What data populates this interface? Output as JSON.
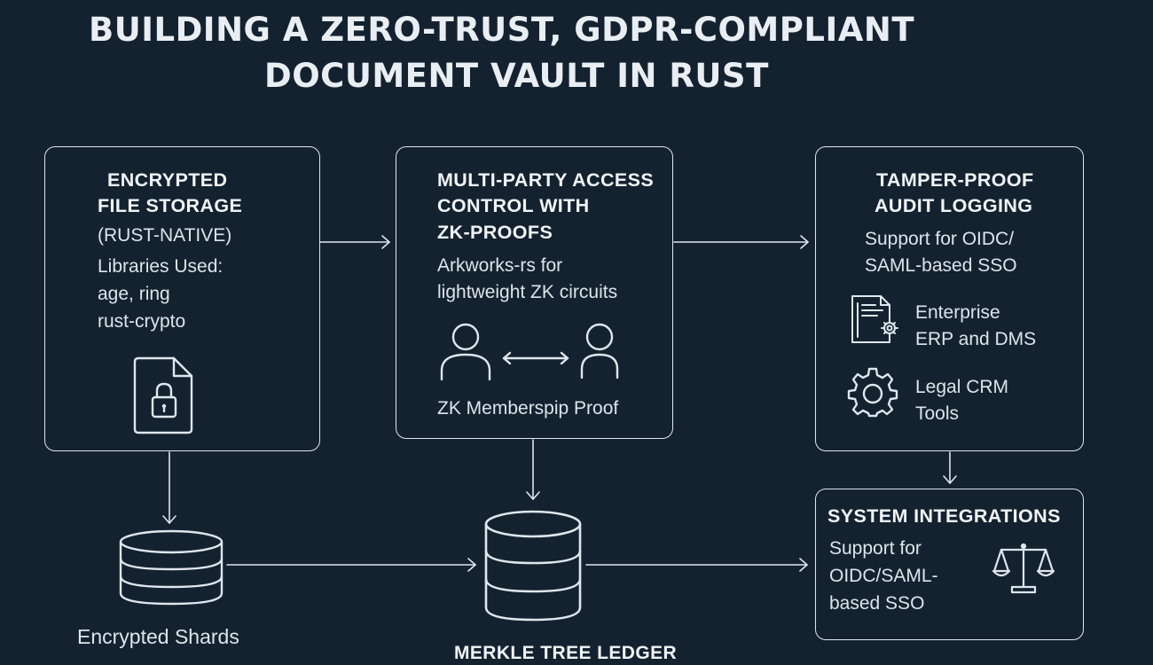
{
  "title": {
    "line1": "BUILDING A ZERO-TRUST, GDPR-COMPLIANT",
    "line2": "DOCUMENT VAULT IN RUST"
  },
  "storage": {
    "heading1": "ENCRYPTED",
    "heading2": "FILE STORAGE",
    "subheading": "(RUST-NATIVE)",
    "libs_label": "Libraries Used:",
    "libs_line1": "age, ring",
    "libs_line2": "rust-crypto",
    "icon": "locked-file-icon"
  },
  "access": {
    "heading1": "MULTI-PARTY ACCESS",
    "heading2": "CONTROL WITH",
    "heading3": "ZK-PROOFS",
    "text1": "Arkworks-rs for",
    "text2": "lightweight ZK circuits",
    "icon": "two-users-exchange-icon",
    "caption": "ZK Memberspip Proof"
  },
  "audit": {
    "heading1": "TAMPER-PROOF",
    "heading2": "AUDIT LOGGING",
    "text1": "Support for OIDC/",
    "text2": "SAML-based SSO",
    "item1_line1": "Enterprise",
    "item1_line2": "ERP and DMS",
    "item1_icon": "document-gear-icon",
    "item2_line1": "Legal CRM",
    "item2_line2": "Tools",
    "item2_icon": "gear-icon"
  },
  "integrations": {
    "heading": "SYSTEM INTEGRATIONS",
    "text1": "Support for",
    "text2": "OIDC/SAML-",
    "text3": "based SSO",
    "icon": "scales-icon"
  },
  "shards": {
    "label": "Encrypted Shards",
    "icon": "database-icon"
  },
  "ledger": {
    "label": "MERKLE TREE LEDGER",
    "icon": "database-icon"
  }
}
